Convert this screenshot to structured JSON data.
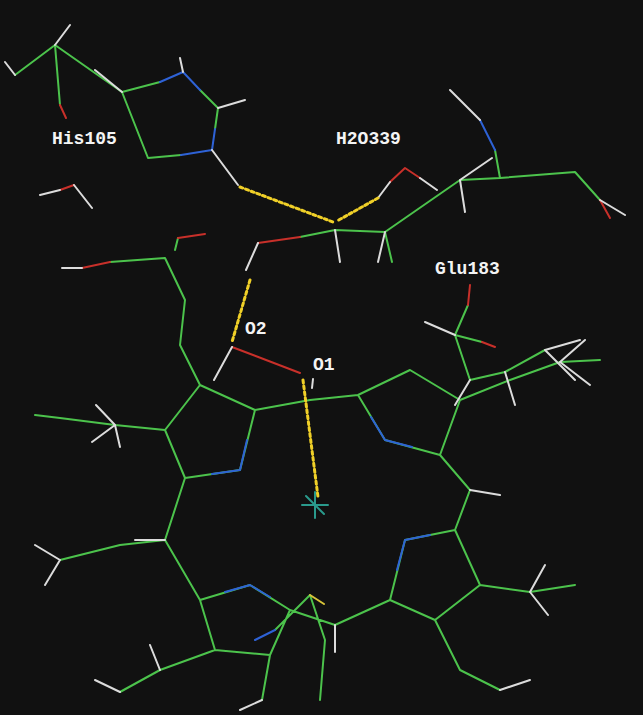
{
  "diagram": {
    "labels": [
      "His105",
      "H2O339",
      "Glu183",
      "O2",
      "O1"
    ]
  }
}
